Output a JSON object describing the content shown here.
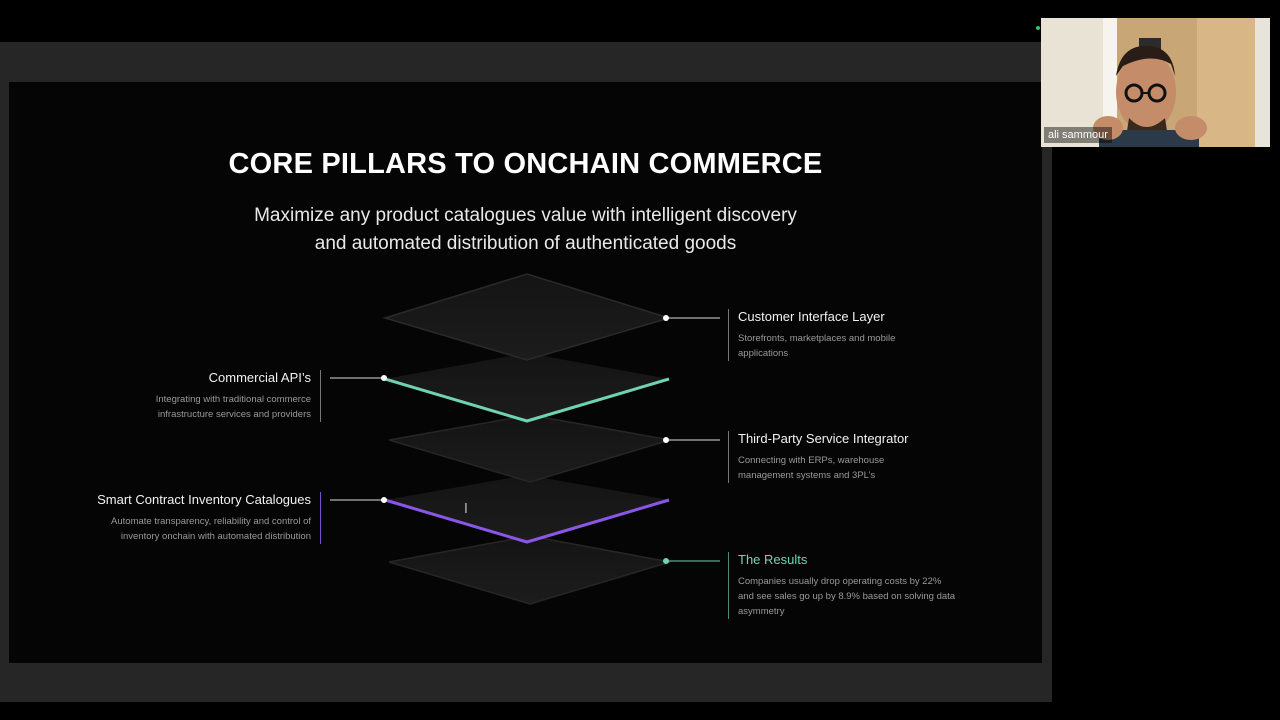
{
  "slide": {
    "title": "CORE PILLARS TO ONCHAIN COMMERCE",
    "subtitle_line1": "Maximize any product catalogues value with intelligent discovery",
    "subtitle_line2": "and automated distribution of authenticated goods",
    "pillars": [
      {
        "title": "Customer Interface Layer",
        "description": "Storefronts, marketplaces and mobile applications"
      },
      {
        "title": "Commercial API’s",
        "description": "Integrating with traditional commerce infrastructure services and providers"
      },
      {
        "title": "Third-Party Service Integrator",
        "description": "Connecting with ERPs, warehouse management systems and 3PL’s"
      },
      {
        "title": "Smart Contract Inventory Catalogues",
        "description": "Automate transparency, reliability and control of inventory onchain with automated distribution"
      },
      {
        "title": "The Results",
        "description": "Companies usually drop operating costs by 22% and see sales go up by 8.9% based on solving data asymmetry"
      }
    ]
  },
  "participant": {
    "name": "ali sammour"
  },
  "colors": {
    "teal_accent": "#6fd2b0",
    "purple_accent": "#8b55e8",
    "slide_background": "#050505",
    "share_surround": "#262626",
    "active_speaker_dot": "#33c55a"
  },
  "icons": {
    "cursor": "text-cursor-icon"
  }
}
